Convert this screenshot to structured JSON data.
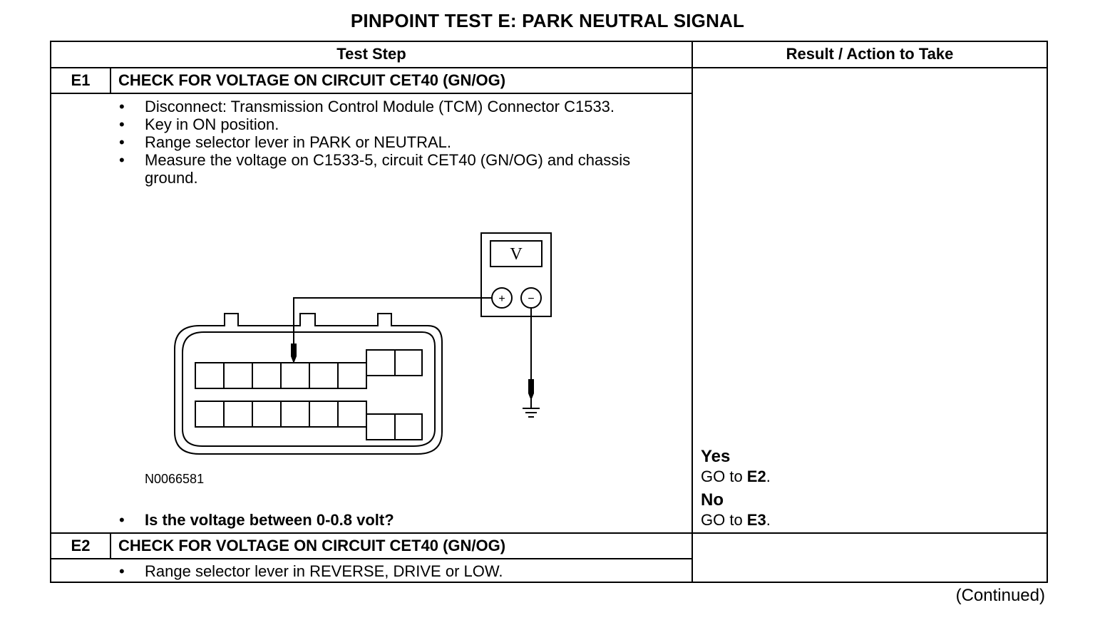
{
  "title": "PINPOINT TEST E: PARK NEUTRAL SIGNAL",
  "headers": {
    "test_step": "Test Step",
    "result": "Result / Action to Take"
  },
  "steps": [
    {
      "id": "E1",
      "title": "CHECK FOR VOLTAGE ON CIRCUIT CET40 (GN/OG)",
      "bullets": [
        "Disconnect: Transmission Control Module (TCM) Connector C1533.",
        "Key in ON position.",
        "Range selector lever in PARK or NEUTRAL.",
        "Measure the voltage on C1533-5, circuit CET40 (GN/OG) and chassis ground."
      ],
      "figure_id": "N0066581",
      "question": "Is the voltage between 0-0.8 volt?",
      "results": [
        {
          "label": "Yes",
          "action_prefix": "GO to ",
          "action_target": "E2",
          "action_suffix": "."
        },
        {
          "label": "No",
          "action_prefix": "GO to ",
          "action_target": "E3",
          "action_suffix": "."
        }
      ]
    },
    {
      "id": "E2",
      "title": "CHECK FOR VOLTAGE ON CIRCUIT CET40 (GN/OG)",
      "bullets": [
        "Range selector lever in REVERSE, DRIVE or LOW."
      ]
    }
  ],
  "meter": {
    "symbol": "V",
    "plus": "+",
    "minus": "−"
  },
  "continued": "(Continued)"
}
